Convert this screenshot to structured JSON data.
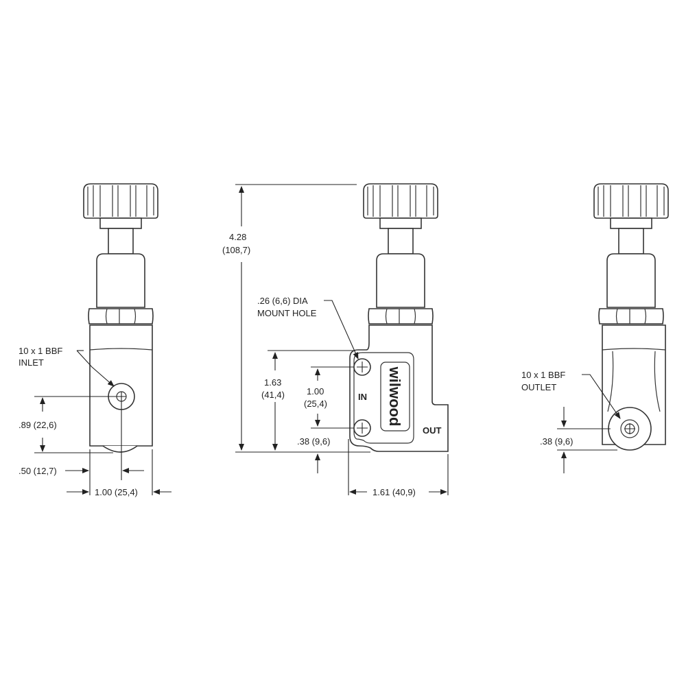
{
  "views": {
    "left": {
      "callout": [
        "10 x 1 BBF",
        "INLET"
      ],
      "dim_height": ".89 (22,6)",
      "dim_offset": ".50 (12,7)",
      "dim_width": "1.00 (25,4)"
    },
    "center": {
      "dim_overall": [
        "4.28",
        "(108,7)"
      ],
      "callout": [
        ".26 (6,6) DIA",
        "MOUNT HOLE"
      ],
      "dim_mount": [
        "1.63",
        "(41,4)"
      ],
      "dim_holes": [
        "1.00",
        "(25,4)"
      ],
      "dim_bottom": ".38 (9,6)",
      "dim_width": "1.61 (40,9)",
      "label_in": "IN",
      "label_out": "OUT",
      "logo": "wilwood"
    },
    "right": {
      "callout": [
        "10 x 1 BBF",
        "OUTLET"
      ],
      "dim_height": ".38 (9,6)"
    }
  }
}
